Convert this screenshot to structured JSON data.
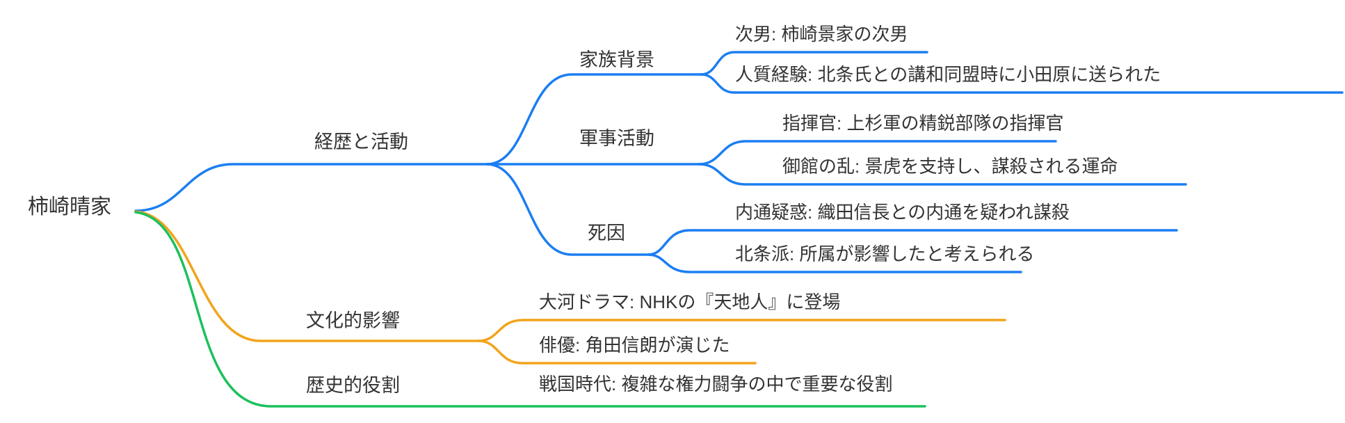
{
  "title": "柿崎晴家 mindmap",
  "colors": {
    "career": "#1b7ef2",
    "culture": "#f2a41c",
    "history": "#1cc05c",
    "text": "#333333",
    "background": "#ffffff"
  },
  "root": {
    "label": "柿崎晴家"
  },
  "branches": [
    {
      "label": "経歴と活動",
      "color": "career",
      "children": [
        {
          "label": "家族背景",
          "children": [
            {
              "label": "次男: 柿崎景家の次男"
            },
            {
              "label": "人質経験: 北条氏との講和同盟時に小田原に送られた"
            }
          ]
        },
        {
          "label": "軍事活動",
          "children": [
            {
              "label": "指揮官: 上杉軍の精鋭部隊の指揮官"
            },
            {
              "label": "御館の乱: 景虎を支持し、謀殺される運命"
            }
          ]
        },
        {
          "label": "死因",
          "children": [
            {
              "label": "内通疑惑: 織田信長との内通を疑われ謀殺"
            },
            {
              "label": "北条派: 所属が影響したと考えられる"
            }
          ]
        }
      ]
    },
    {
      "label": "文化的影響",
      "color": "culture",
      "children": [
        {
          "label": "大河ドラマ: NHKの『天地人』に登場"
        },
        {
          "label": "俳優: 角田信朗が演じた"
        }
      ]
    },
    {
      "label": "歴史的役割",
      "color": "history",
      "children": [
        {
          "label": "戦国時代: 複雑な権力闘争の中で重要な役割"
        }
      ]
    }
  ]
}
